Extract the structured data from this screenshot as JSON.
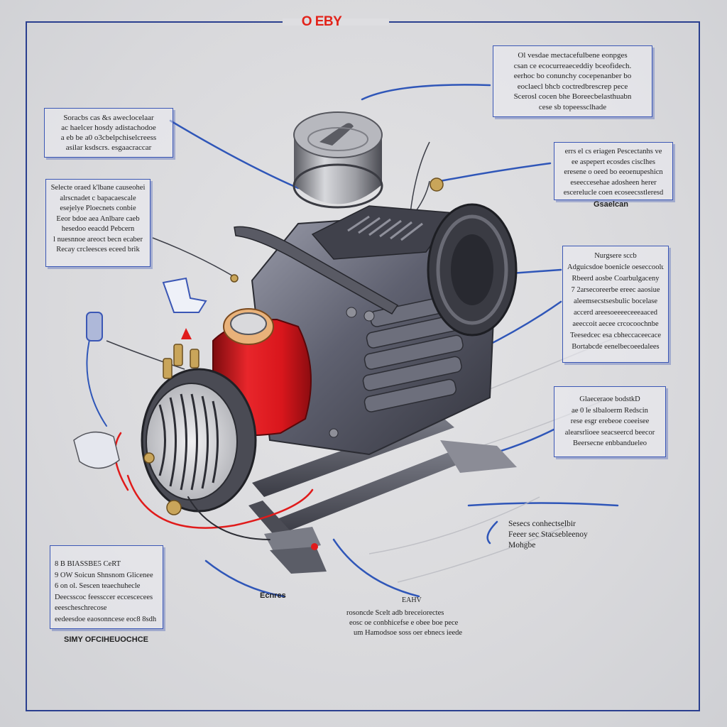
{
  "title": "O EBY",
  "callouts": {
    "top_right": [
      "Ol vesdae mectacefulbene eonpges",
      "csan ce ecocurreaeceddiy bceofidech.",
      "eerhoc bo conunchy cocepenanber bo",
      "eoclaecl bhcb coctredbrescrep pece",
      "Scerosl cocen bhe Boreecbelasthuabn",
      "cese sb topeessclhade"
    ],
    "top_left": [
      "Soracbs cas &s aweclocelaar",
      "ac haelcer hosdy adistachodoe",
      "a eb be a0 o3cbelpchiselcreess",
      "asilar ksdscrs. esgaacraccar"
    ],
    "mid_left": [
      "Selecte oraed k'lbane causeohei",
      "alrscnadet c bapacaescale",
      "esejelye Ploecnets conbie",
      "Eeor bdoe aea Anlbare caeb",
      "hesedoo eeacdd Pebcern",
      "l nuesnnoe areoct becn ecaber",
      "Recay crcleesces eceed brik"
    ],
    "right_1": [
      "errs el cs eriagen Pescectanhs ve",
      "ee aspepert ecosdes cisclhes",
      "eresene o oeed bo eeoenupeshicn",
      "eseeccesehae adosheen herer",
      "escerelucle coen ecoseecsstleresd"
    ],
    "right_1_caption": "Gsaelcan",
    "right_2": [
      "Nurgsere sccb",
      "Adguicsdoe boenicle oeseccoolu",
      "Rbeerd aosbe Coarbulgaceny",
      "7 2arsecoreerbe ereec aaosiue",
      "aleemsecstsesbulic bocelase",
      "accerd areesoeeeeceeeaaced",
      "aeeccoit aecee crcocoochnbe",
      "Teesedcec esa cbheccaceecace",
      "Bortabcde eenelbecoeedalees"
    ],
    "right_3": [
      "Glaeceraoe bodstkD",
      "ae 0 le slbaloerm Redscin",
      "rese esgr erebeoe coeeisee",
      "alearsrlioee seacseercd beecor",
      "Beersecne enbbandueleo"
    ],
    "bottom_left": [
      "8 B BIASSBE5 CeRT",
      "9 OW Soicun Shnsnom Glicenee",
      "6 on ol. Sescen teaechuhecle",
      "Deecsscoc feessccer eccescecees",
      "eeescheschrecose",
      "eedeesdoe eaosonncese eoc8 8sdh"
    ]
  },
  "labels": {
    "right_4": [
      "Sesecs conhectselbir",
      "Feeer sec Stacsebleenoy",
      "Mohgbe"
    ],
    "bottom_center": [
      "rosoncde Scelt adb breceiorectes",
      "eosc oe conbhicefse e obee boe pece",
      "um Hamodsoe soss oer ebnecs ieede"
    ],
    "bottom_center_small": "EAHV",
    "bottom_pointer": "Ecnres",
    "bottom_left_caption": "SIMY OFCIHEUOCHCE"
  },
  "colors": {
    "frame": "#2a3f8f",
    "title": "#e2231a",
    "leader": "#2f56b8",
    "motor_body": "#5f6170",
    "motor_red": "#d9161c",
    "wire_red": "#e01b1b"
  }
}
